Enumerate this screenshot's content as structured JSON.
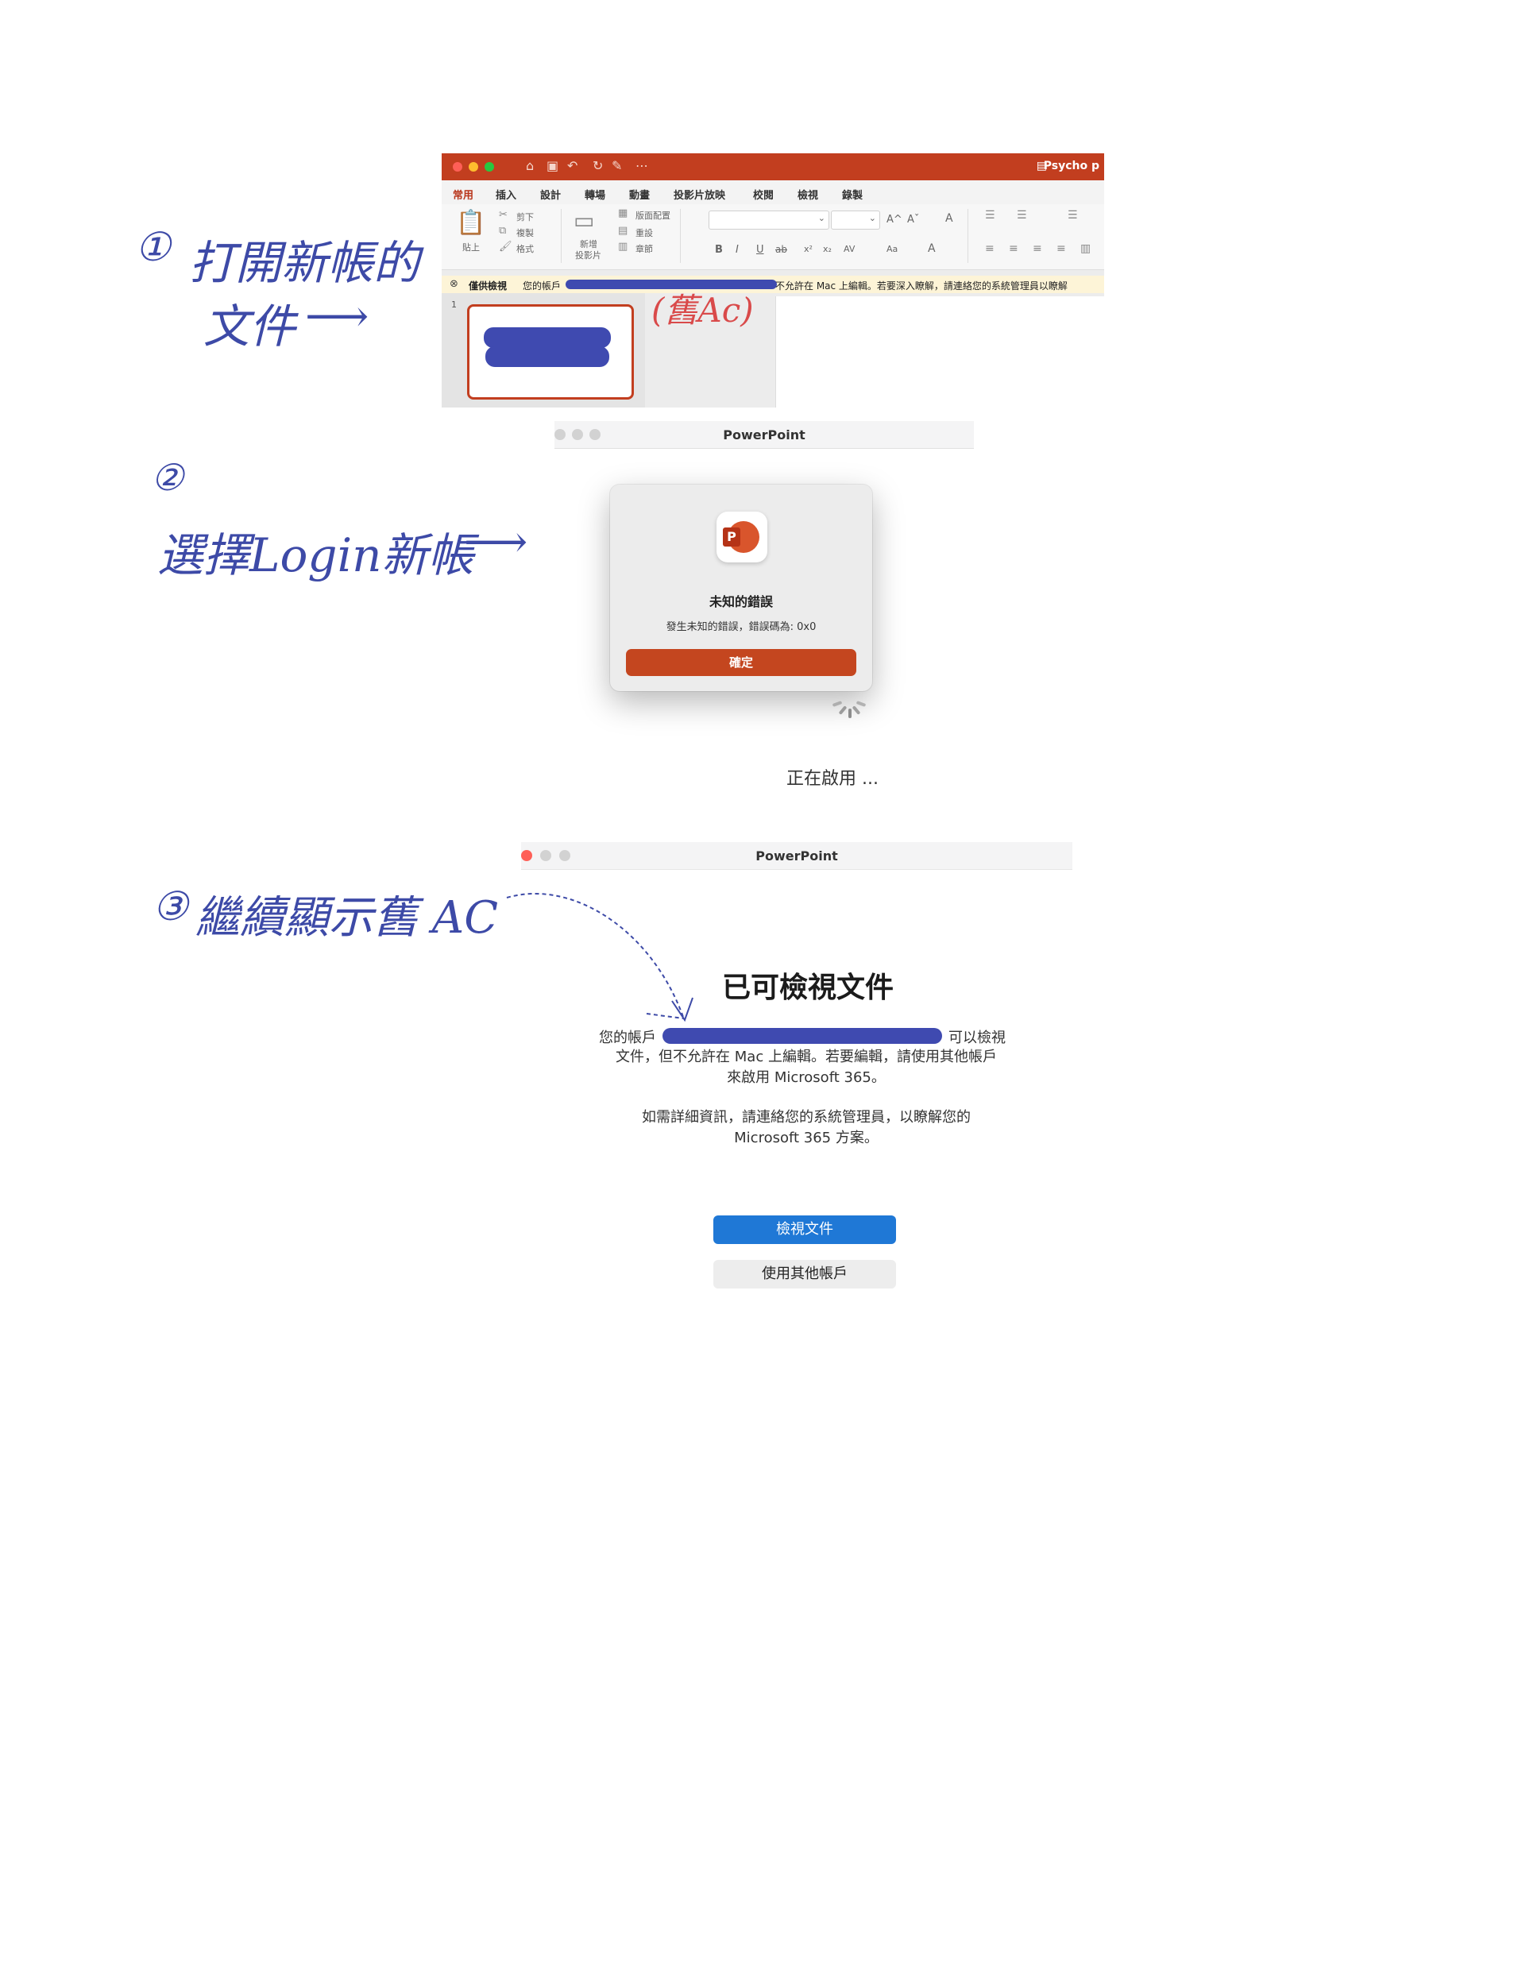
{
  "annotations": {
    "step1_marker": "①",
    "step1_line1": "打開新帳的",
    "step1_line2": "文件",
    "step2_marker": "②",
    "step2_text": "選擇Login新帳",
    "step3_marker": "③",
    "step3_text": "繼續顯示舊 AC",
    "old_ac_note": "(舊Ac)",
    "arrow_glyph": "⟶"
  },
  "screenshot1": {
    "doc_title": "Psycho p",
    "tabs": [
      "常用",
      "插入",
      "設計",
      "轉場",
      "動畫",
      "投影片放映",
      "校閱",
      "檢視",
      "錄製"
    ],
    "active_tab": 0,
    "ribbon": {
      "paste": "貼上",
      "cut": "剪下",
      "copy": "複製",
      "format": "格式",
      "new_slide_1": "新增",
      "new_slide_2": "投影片",
      "layout": "版面配置",
      "reset": "重設",
      "section": "章節",
      "bold": "B",
      "italic": "I",
      "underline": "U",
      "strike": "ab",
      "sup": "x²",
      "sub": "x₂",
      "spacing": "AV",
      "case": "Aa",
      "grow": "A^",
      "shrink": "Aˇ",
      "clear": "A",
      "color_a": "A"
    },
    "message_bar": {
      "label": "僅供檢視",
      "prefix": "您的帳戶",
      "suffix": "不允許在 Mac 上編輯。若要深入瞭解，請連絡您的系統管理員以瞭解"
    },
    "slide_number": "1"
  },
  "screenshot2": {
    "window_title": "PowerPoint",
    "dialog_title": "未知的錯誤",
    "dialog_message": "發生未知的錯誤，錯誤碼為: 0x0",
    "ok_button": "確定",
    "loading_text": "正在啟用 ..."
  },
  "screenshot3": {
    "window_title": "PowerPoint",
    "heading": "已可檢視文件",
    "line1_prefix": "您的帳戶",
    "line1_suffix": "可以檢視",
    "line2": "文件，但不允許在 Mac 上編輯。若要編輯，請使用其他帳戶",
    "line3": "來啟用 Microsoft 365。",
    "line4": "如需詳細資訊，請連絡您的系統管理員，以瞭解您的",
    "line5": "Microsoft 365 方案。",
    "view_button": "檢視文件",
    "other_account_button": "使用其他帳戶"
  },
  "colors": {
    "ppt_red": "#c23e1f",
    "handwriting_blue": "#3d4aa7",
    "redaction": "#3f4ab0",
    "primary_blue": "#1f78d6"
  }
}
